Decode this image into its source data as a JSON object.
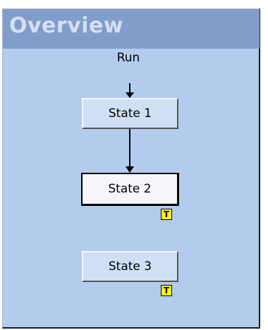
{
  "overview": {
    "title": "Overview",
    "start_label": "Run"
  },
  "states": [
    {
      "label": "State 1",
      "selected": false,
      "has_trigger": false
    },
    {
      "label": "State 2",
      "selected": true,
      "has_trigger": true,
      "trigger_label": "T"
    },
    {
      "label": "State 3",
      "selected": false,
      "has_trigger": true,
      "trigger_label": "T"
    }
  ],
  "colors": {
    "panel_bg": "#b3ccee",
    "header_bg": "#819dcb",
    "header_text": "#d3dff2",
    "node_bg": "#cfe0f5",
    "selected_node_bg": "#f4f6fb",
    "trigger_badge": "#ffff00"
  }
}
